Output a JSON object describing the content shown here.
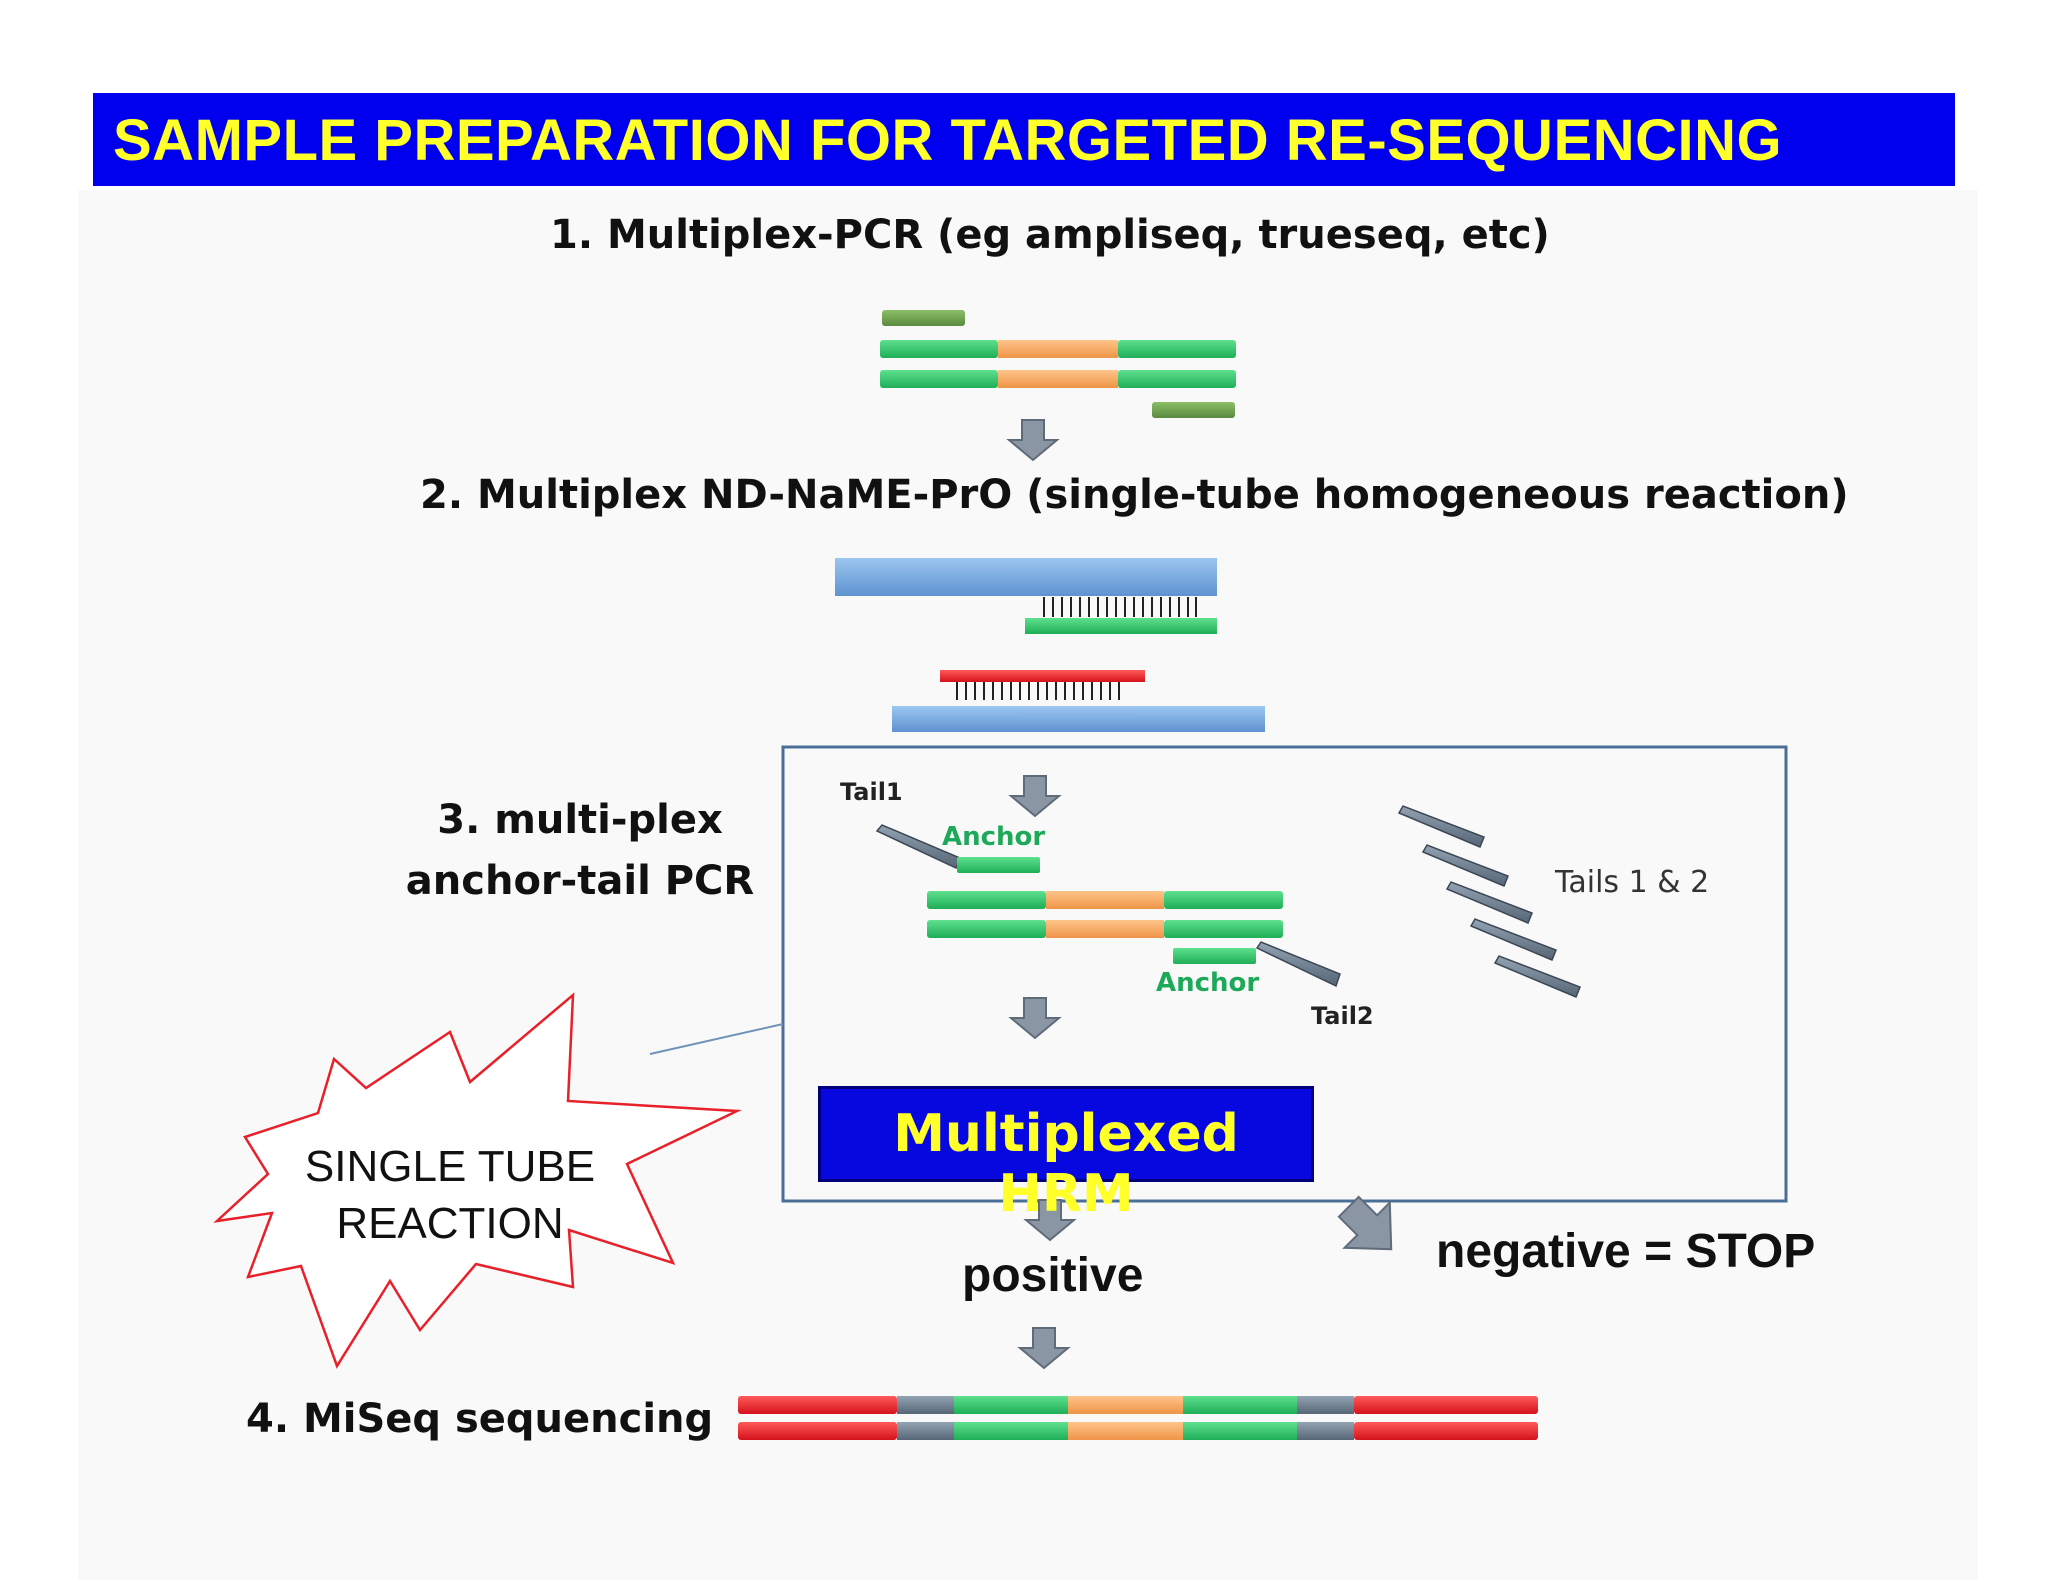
{
  "title": "SAMPLE PREPARATION FOR TARGETED RE-SEQUENCING",
  "steps": {
    "step1": "1. Multiplex-PCR (eg ampliseq, trueseq, etc)",
    "step2": "2. Multiplex ND-NaME-PrO (single-tube homogeneous reaction)",
    "step3_line1": "3. multi-plex",
    "step3_line2": "anchor-tail PCR",
    "step4": "4. MiSeq sequencing"
  },
  "labels": {
    "tail1": "Tail1",
    "anchor1": "Anchor",
    "anchor2": "Anchor",
    "tail2": "Tail2",
    "tails_1_2": "Tails 1 & 2"
  },
  "hrm": "Multiplexed HRM",
  "outcomes": {
    "positive": "positive",
    "negative": "negative = STOP"
  },
  "burst": {
    "line1": "SINGLE TUBE",
    "line2": "REACTION"
  },
  "colors": {
    "title_bg": "#0000ee",
    "title_text": "#ffff2a",
    "dna_green": "#2ecc71",
    "target_orange": "#f6a55c",
    "primer_olive": "#6a9a4a",
    "probe_blue": "#7aaee0",
    "probe_red": "#e8202a",
    "tail_gray": "#6b7b8c",
    "arrow_gray": "#8a96a3",
    "burst_red": "#e8202a"
  }
}
